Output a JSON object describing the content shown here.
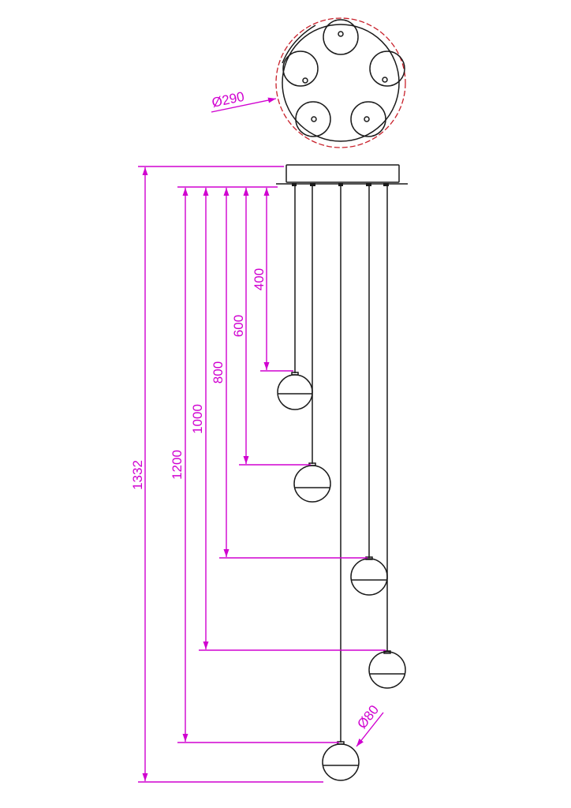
{
  "colors": {
    "dimension": "#d000d0",
    "outline": "#1a1a1a",
    "canopy_outline": "#c8202a"
  },
  "labels": {
    "canopy_diameter": "Ø290",
    "globe_diameter": "Ø80",
    "overall_height": "1332",
    "drops": [
      "400",
      "600",
      "800",
      "1000",
      "1200"
    ]
  }
}
